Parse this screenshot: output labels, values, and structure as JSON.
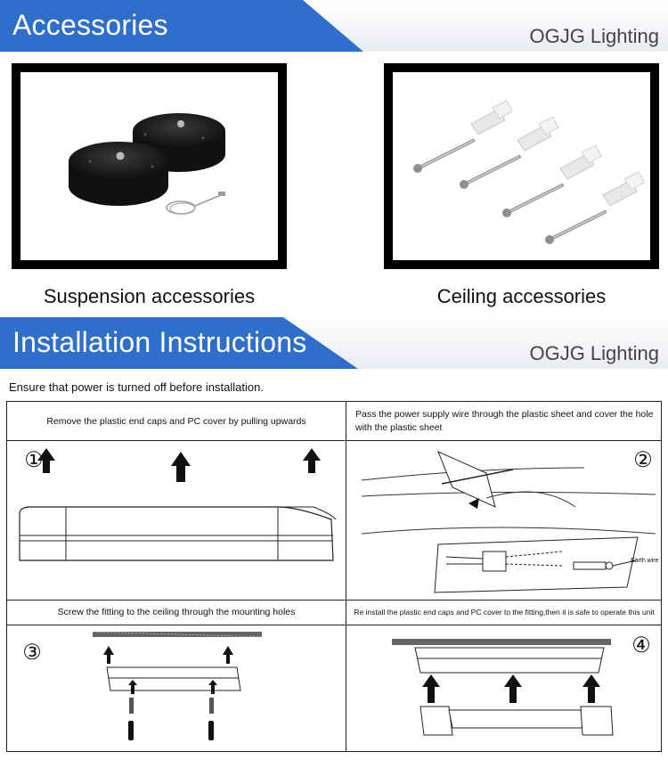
{
  "accessories_banner": {
    "title": "Accessories",
    "brand": "OGJG Lighting"
  },
  "accessories": [
    {
      "caption": "Suspension accessories"
    },
    {
      "caption": "Ceiling accessories"
    }
  ],
  "installation_banner": {
    "title": "Installation Instructions",
    "brand": "OGJG Lighting"
  },
  "note": "Ensure that power is turned off before installation.",
  "steps": [
    {
      "number": "①",
      "instruction": "Remove  the  plastic end caps and PC cover  by  pulling  upwards"
    },
    {
      "number": "②",
      "instruction": "Pass the power supply wire through the plastic sheet and cover the hole with the plastic sheet",
      "wire_label": "Earth wire"
    },
    {
      "number": "③",
      "instruction": "Screw the fitting to the ceiling through the mounting holes"
    },
    {
      "number": "④",
      "instruction": "Re install the plastic end caps and PC cover to the fitting,then  it  is  safe  to  operate  this  unit"
    }
  ],
  "colors": {
    "banner_blue": "#2f6fcb",
    "frame": "#000000"
  }
}
